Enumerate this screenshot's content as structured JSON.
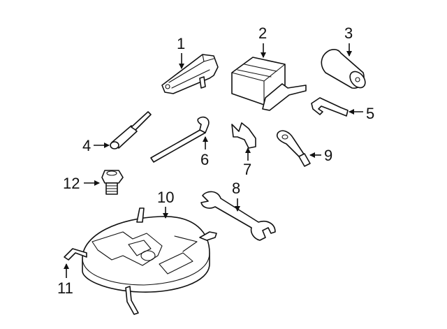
{
  "callouts": {
    "c1": "1",
    "c2": "2",
    "c3": "3",
    "c4": "4",
    "c5": "5",
    "c6": "6",
    "c7": "7",
    "c8": "8",
    "c9": "9",
    "c10": "10",
    "c11": "11",
    "c12": "12"
  },
  "colors": {
    "ink": "#111111",
    "background": "#ffffff"
  }
}
